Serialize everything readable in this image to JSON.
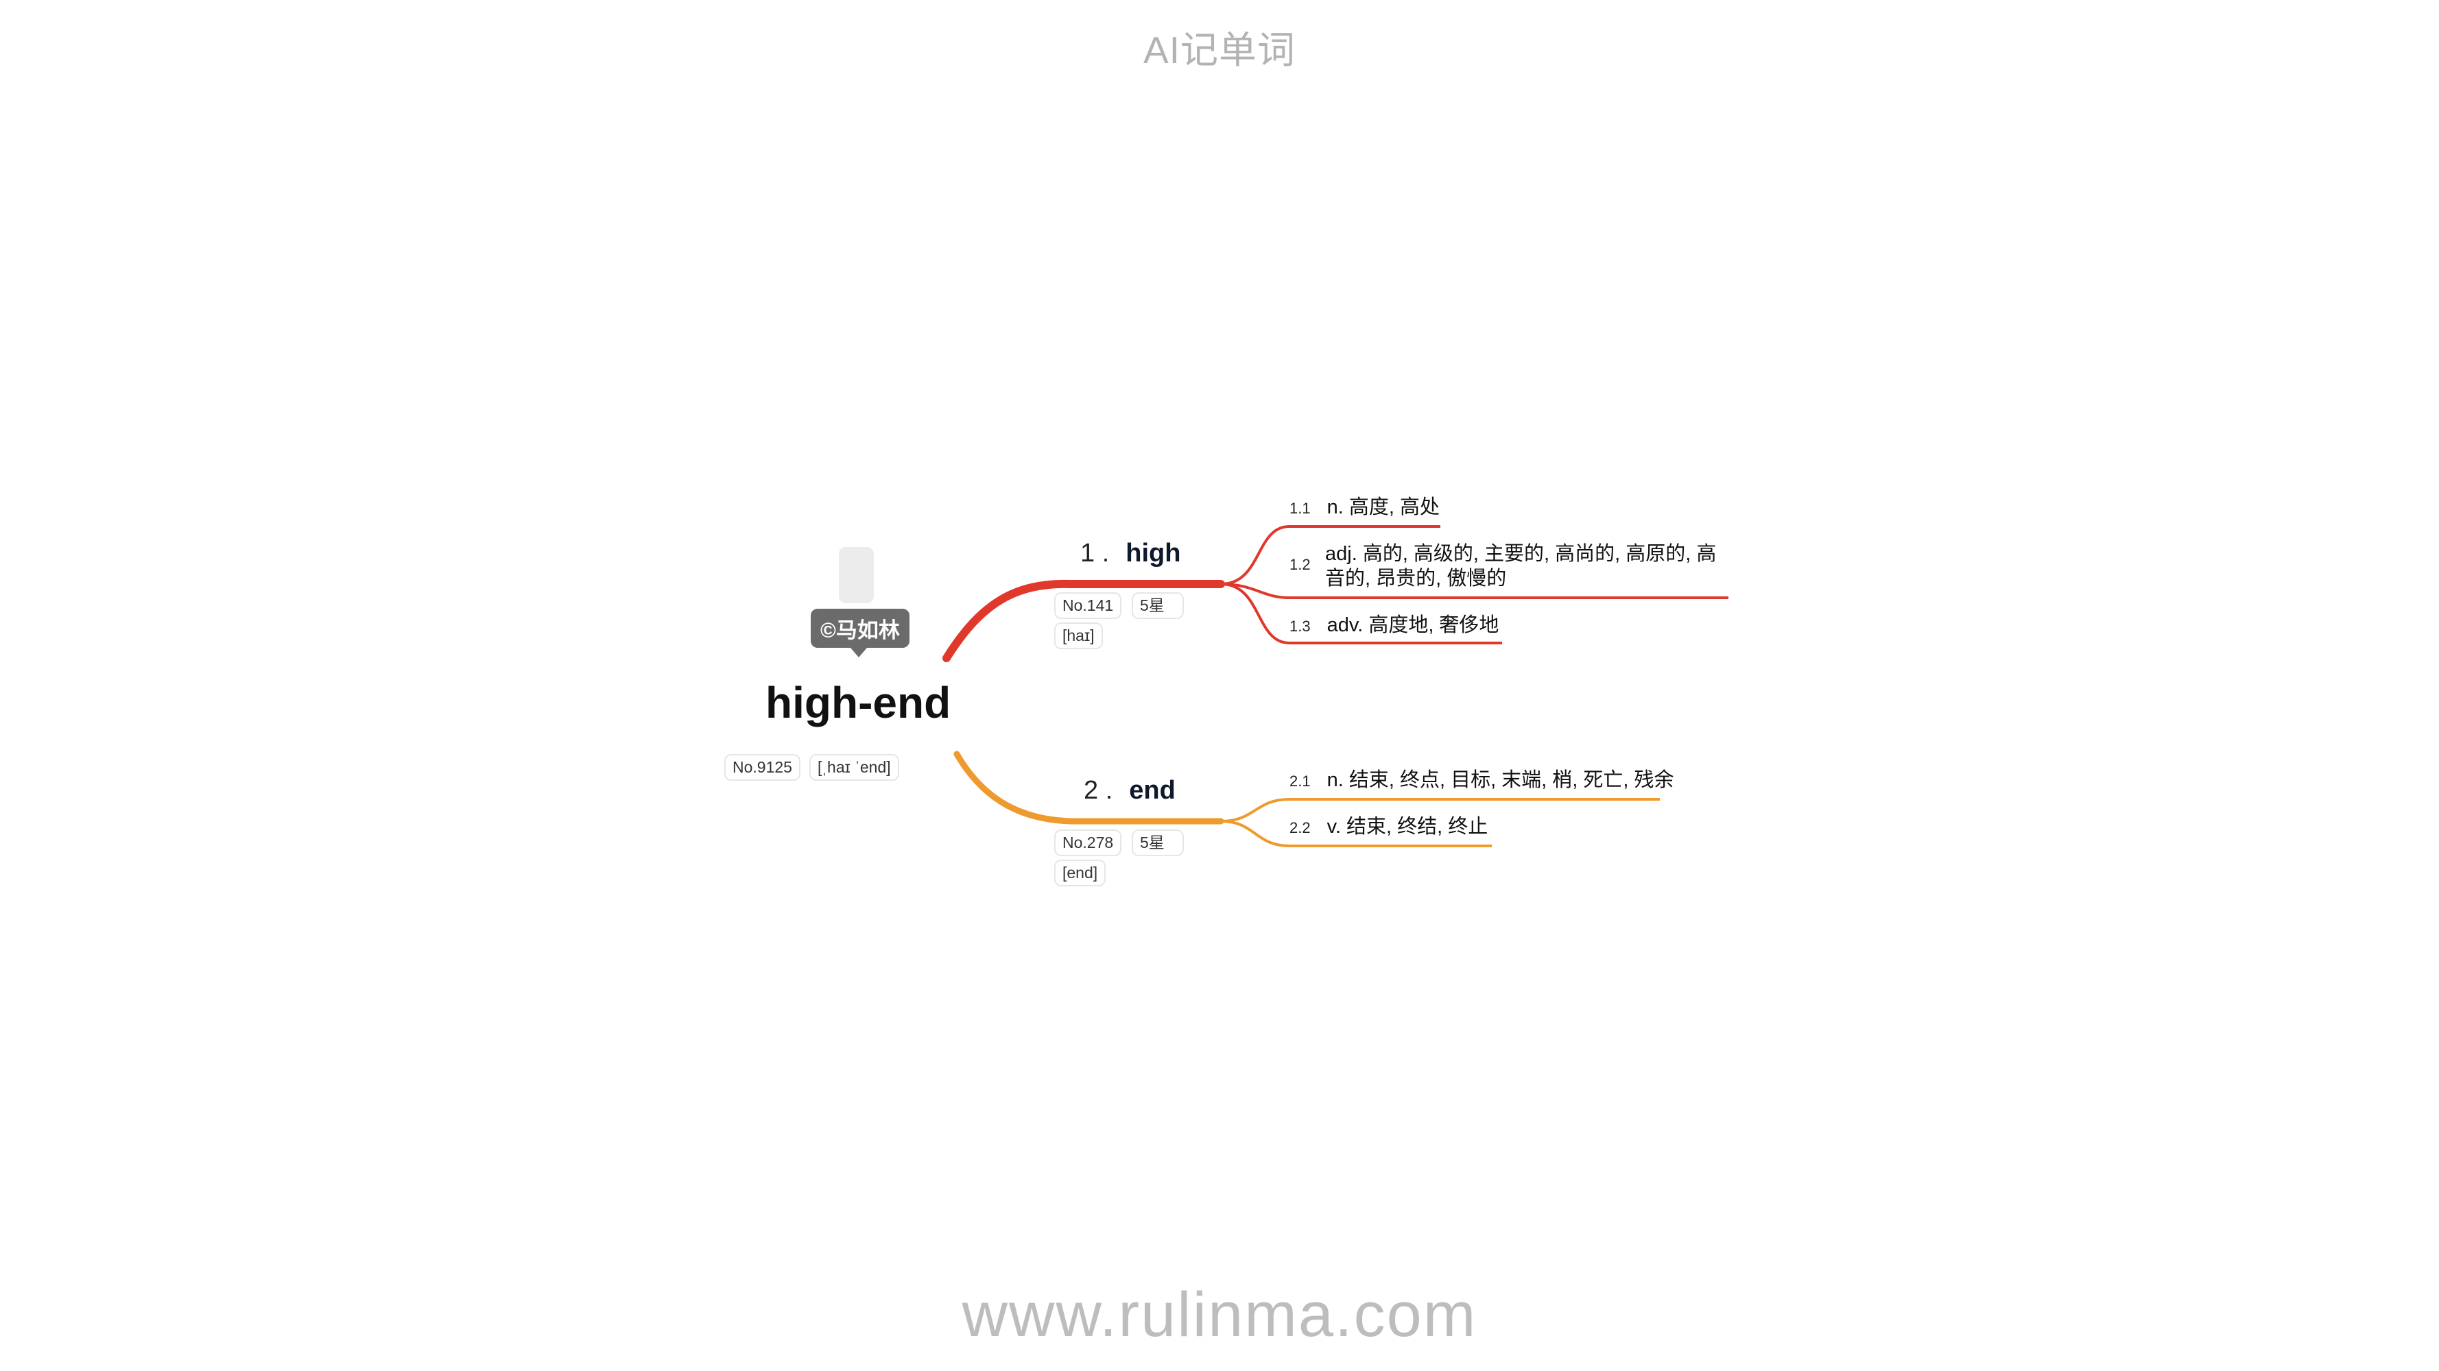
{
  "header": {
    "title": "AI记单词"
  },
  "footer": {
    "url": "www.rulinma.com"
  },
  "colors": {
    "branch1": "#e0392b",
    "branch2": "#ef9a2d"
  },
  "root": {
    "word": "high-end",
    "number": "No.9125",
    "phonetic": "[ˌhaɪ ˈend]",
    "copyright": "©马如林"
  },
  "branches": [
    {
      "index": "1 .",
      "word": "high",
      "number": "No.141",
      "stars": "5星",
      "phonetic": "[haɪ]",
      "meanings": [
        {
          "index": "1.1",
          "text": "n. 高度, 高处"
        },
        {
          "index": "1.2",
          "text": "adj. 高的, 高级的, 主要的, 高尚的, 高原的, 高音的, 昂贵的, 傲慢的"
        },
        {
          "index": "1.3",
          "text": "adv. 高度地, 奢侈地"
        }
      ]
    },
    {
      "index": "2 .",
      "word": "end",
      "number": "No.278",
      "stars": "5星",
      "phonetic": "[end]",
      "meanings": [
        {
          "index": "2.1",
          "text": "n. 结束, 终点, 目标, 末端, 梢, 死亡, 残余"
        },
        {
          "index": "2.2",
          "text": "v. 结束, 终结, 终止"
        }
      ]
    }
  ]
}
